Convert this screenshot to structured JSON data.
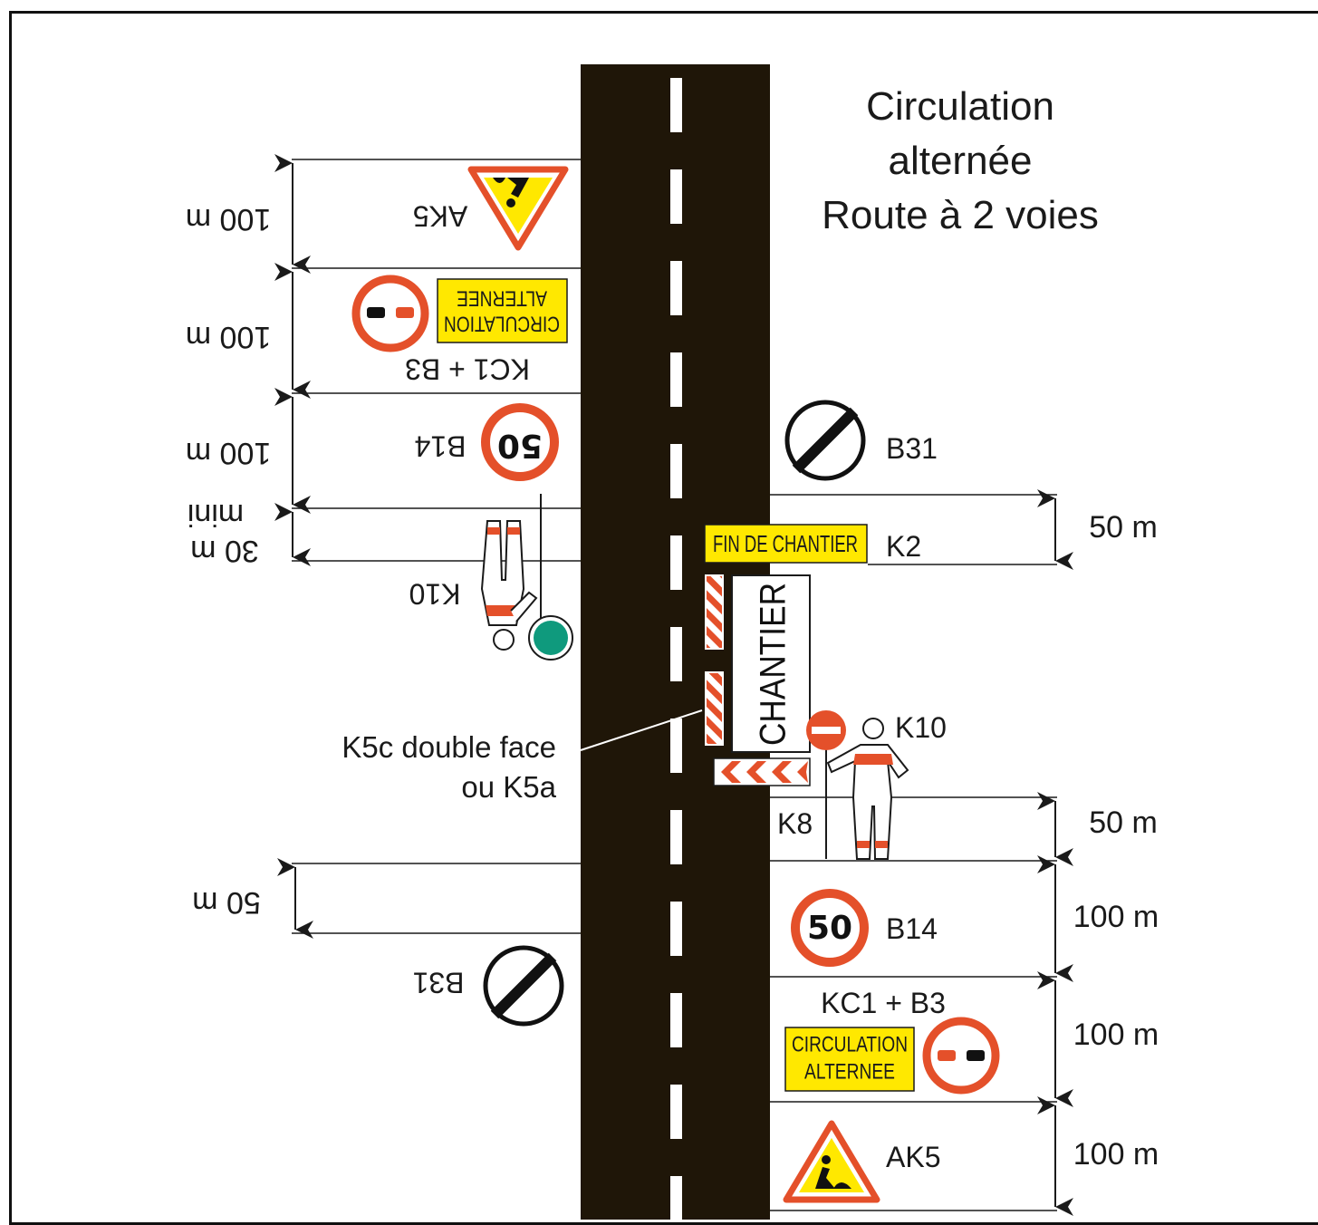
{
  "title": {
    "line1": "Circulation",
    "line2": "alternée",
    "line3": "Route à 2 voies"
  },
  "colors": {
    "road": "#1f1608",
    "sign_red": "#e4502a",
    "sign_yellow": "#ffe800",
    "signal_green": "#0f9a7d",
    "ink": "#1a1a1a"
  },
  "left_side": {
    "distances": [
      "100 m",
      "100 m",
      "100 m",
      "30 m",
      "mini",
      "50 m"
    ],
    "signs": {
      "ak5": "AK5",
      "kc1_b3": "KC1 + B3",
      "panel_line1": "CIRCULATION",
      "panel_line2": "ALTERNEE",
      "b14": "B14",
      "speed": "50",
      "k10": "K10",
      "b31": "B31"
    }
  },
  "right_side": {
    "distances": [
      "50 m",
      "50 m",
      "100 m",
      "100 m",
      "100 m"
    ],
    "signs": {
      "b31": "B31",
      "k2_panel": "FIN DE CHANTIER",
      "k2": "K2",
      "chantier": "CHANTIER",
      "k10": "K10",
      "k8": "K8",
      "b14": "B14",
      "speed": "50",
      "kc1_b3": "KC1 + B3",
      "panel_line1": "CIRCULATION",
      "panel_line2": "ALTERNEE",
      "ak5": "AK5"
    }
  },
  "center": {
    "k5c_line1": "K5c double face",
    "k5c_line2": "ou K5a"
  }
}
